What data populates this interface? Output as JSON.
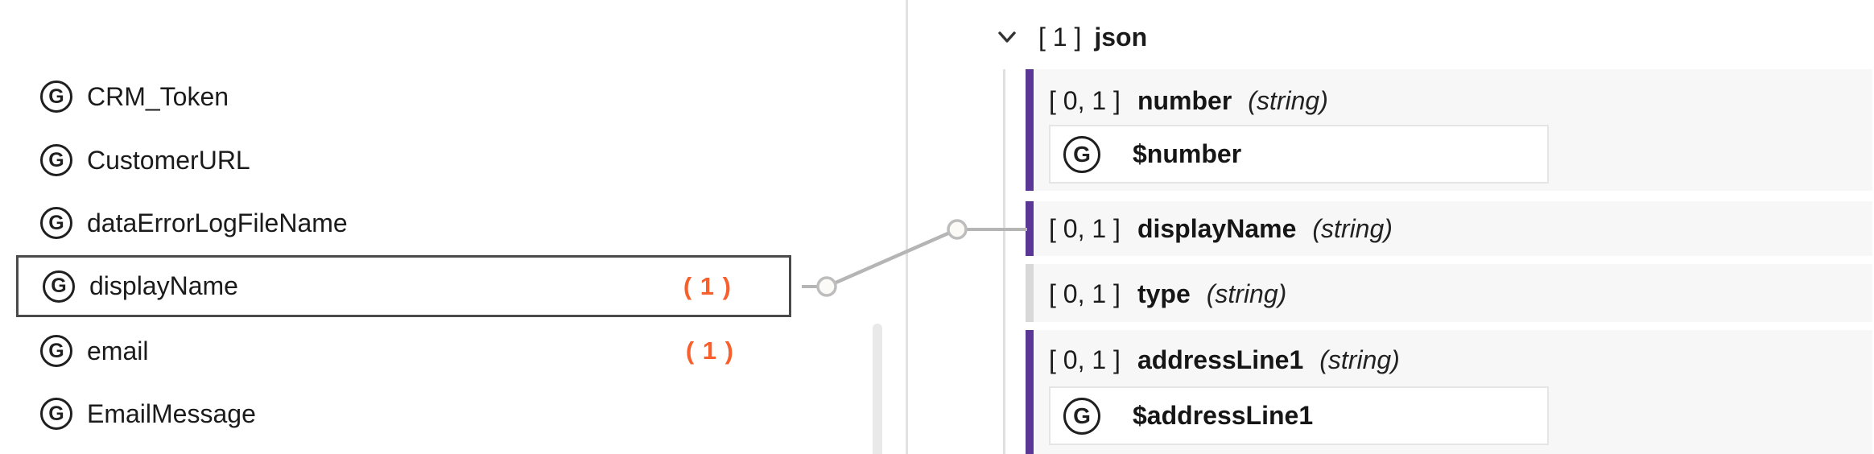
{
  "left_panel": {
    "icon_label": "G",
    "variables": [
      {
        "label": "CRM_Token"
      },
      {
        "label": "CustomerURL"
      },
      {
        "label": "dataErrorLogFileName"
      },
      {
        "label": "displayName",
        "count": "( 1 )",
        "selected": true
      },
      {
        "label": "email",
        "count": "( 1 )"
      },
      {
        "label": "EmailMessage"
      }
    ]
  },
  "right_panel": {
    "root": {
      "cardinality": "[ 1 ]",
      "name": "json",
      "expanded": true
    },
    "fields": [
      {
        "cardinality": "[ 0, 1 ]",
        "name": "number",
        "type": "(string)",
        "accent": "purple",
        "mapping": "$number"
      },
      {
        "cardinality": "[ 0, 1 ]",
        "name": "displayName",
        "type": "(string)",
        "accent": "purple"
      },
      {
        "cardinality": "[ 0, 1 ]",
        "name": "type",
        "type": "(string)",
        "accent": "gray"
      },
      {
        "cardinality": "[ 0, 1 ]",
        "name": "addressLine1",
        "type": "(string)",
        "accent": "purple",
        "mapping": "$addressLine1"
      }
    ]
  },
  "connection": {
    "from": "displayName",
    "to": "displayName"
  },
  "colors": {
    "accent_purple": "#5a3697",
    "accent_gray": "#d8d8d8",
    "count_orange": "#f75f2d",
    "row_background": "#f7f7f7",
    "connector_gray": "#b5b5b5",
    "selected_border": "#4a4a4a"
  }
}
